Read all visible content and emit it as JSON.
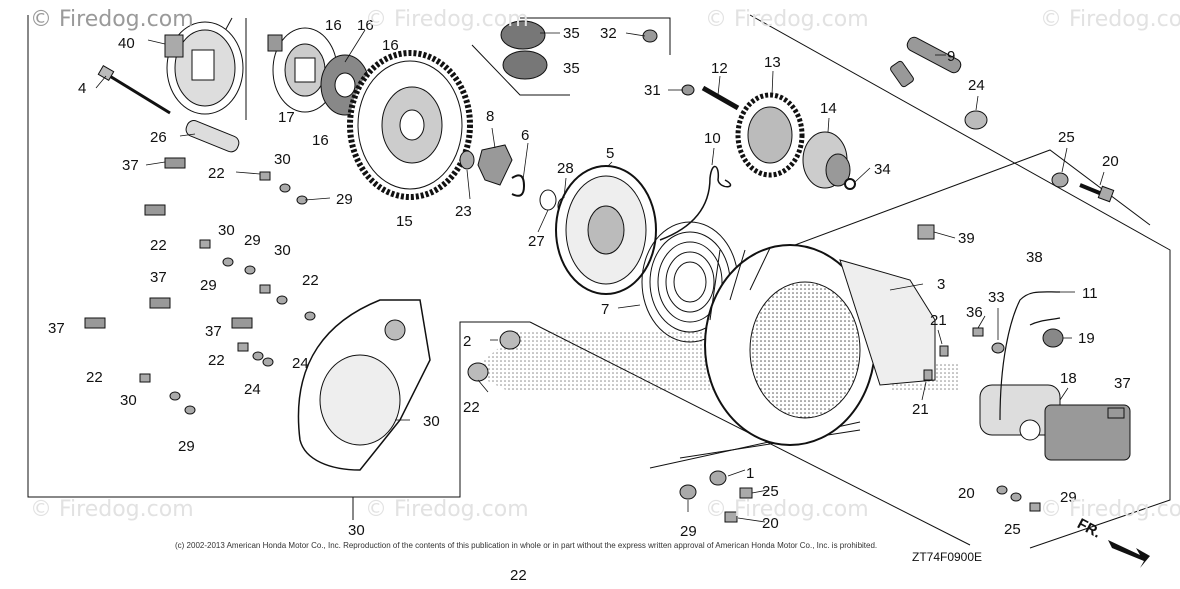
{
  "watermark": {
    "text": "© Firedog.com"
  },
  "copyright": "(c) 2002-2013 American Honda Motor Co., Inc. Reproduction of the contents of this publication in whole or in part without the express written approval of American Honda Motor Co., Inc. is prohibited.",
  "diagram_code": "ZT74F0900E",
  "direction_label": "FR.",
  "callouts": [
    "40",
    "16",
    "16",
    "16",
    "17",
    "16",
    "4",
    "26",
    "37",
    "22",
    "30",
    "29",
    "15",
    "35",
    "35",
    "32",
    "31",
    "12",
    "13",
    "14",
    "34",
    "9",
    "24",
    "25",
    "20",
    "23",
    "8",
    "6",
    "28",
    "27",
    "5",
    "10",
    "7",
    "39",
    "38",
    "3",
    "11",
    "33",
    "36",
    "19",
    "21",
    "21",
    "18",
    "37",
    "37",
    "22",
    "30",
    "29",
    "30",
    "22",
    "29",
    "37",
    "22",
    "37",
    "22",
    "30",
    "29",
    "24",
    "24",
    "2",
    "22",
    "30",
    "29",
    "1",
    "25",
    "20",
    "20",
    "25",
    "29",
    "30",
    "22"
  ]
}
